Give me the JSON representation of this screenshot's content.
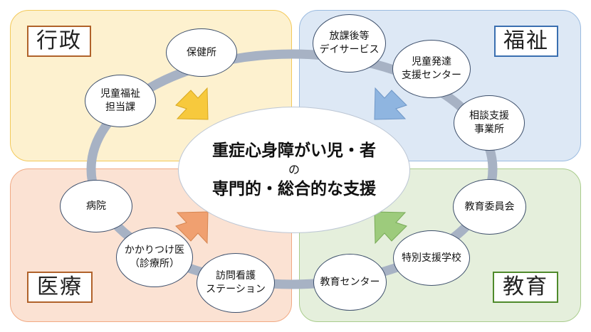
{
  "quadrants": {
    "gyosei": {
      "label": "行政",
      "color": "#fdf1cf"
    },
    "fukushi": {
      "label": "福祉",
      "color": "#dde8f5"
    },
    "iryo": {
      "label": "医療",
      "color": "#fbe2d3"
    },
    "kyoiku": {
      "label": "教育",
      "color": "#e5efdc"
    }
  },
  "center": {
    "line1": "重症心身障がい児・者",
    "line2": "の",
    "line3": "専門的・総合的な支援"
  },
  "nodes": {
    "hokenjo": "保健所",
    "jido_fukushi": "児童福祉\n担当課",
    "houkago": "放課後等\nデイサービス",
    "jido_hattatsu": "児童発達\n支援センター",
    "soudan": "相談支援\n事業所",
    "byoin": "病院",
    "kakaritsuke": "かかりつけ医\n（診療所）",
    "houmon": "訪問看護\nステーション",
    "kyoiku_center": "教育センター",
    "tokubetsu": "特別支援学校",
    "kyoiku_iinkai": "教育委員会"
  },
  "colors": {
    "ring": "#a7b2c4",
    "arrow_gyosei": "#f7c93d",
    "arrow_fukushi": "#8fb5e0",
    "arrow_iryo": "#f0a070",
    "arrow_kyoiku": "#9dcb7c"
  }
}
